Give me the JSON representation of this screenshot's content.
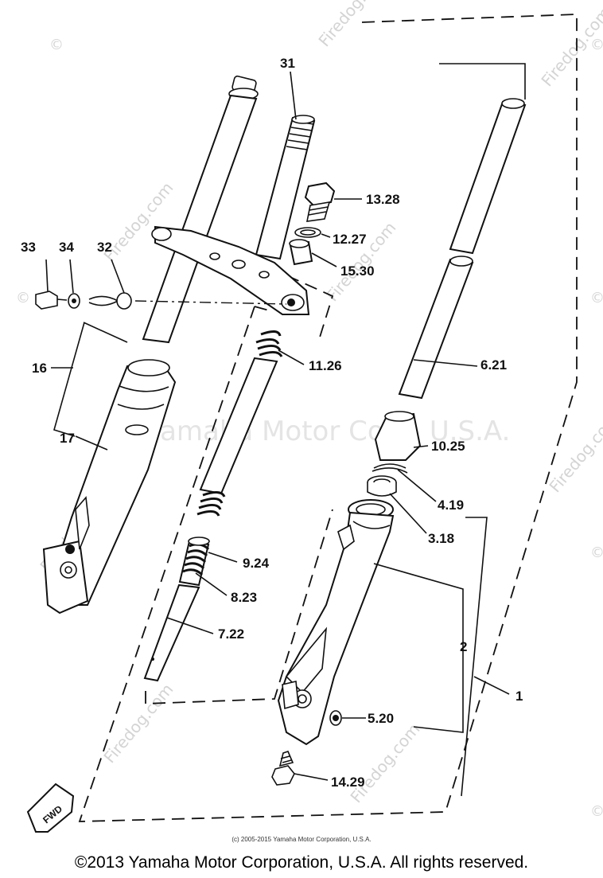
{
  "watermark": {
    "text": "Yamaha Motor Corp. U.S.A.",
    "site": "Firedog.com",
    "symbol": "©"
  },
  "callouts": {
    "c31": "31",
    "c13_28": "13.28",
    "c12_27": "12.27",
    "c15_30": "15.30",
    "c33": "33",
    "c34": "34",
    "c32": "32",
    "c6_21": "6.21",
    "c11_26": "11.26",
    "c16": "16",
    "c17": "17",
    "c10_25": "10.25",
    "c4_19": "4.19",
    "c3_18": "3.18",
    "c9_24": "9.24",
    "c8_23": "8.23",
    "c7_22": "7.22",
    "c2": "2",
    "c1": "1",
    "c5_20": "5.20",
    "c14_29": "14.29"
  },
  "fwd_label": "FWD",
  "footer": {
    "small_copyright": "(c) 2005-2015 Yamaha Motor Corporation, U.S.A.",
    "copyright": "©2013 Yamaha Motor Corporation, U.S.A. All rights reserved."
  }
}
